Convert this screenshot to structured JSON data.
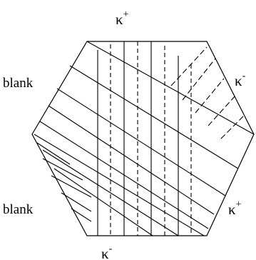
{
  "labels": {
    "top": {
      "base": "κ",
      "sup": "+"
    },
    "right_upper": {
      "base": "κ",
      "sup": "-"
    },
    "right_lower": {
      "base": "κ",
      "sup": "+"
    },
    "bottom": {
      "base": "κ",
      "sup": "-"
    },
    "left_upper": "blank",
    "left_lower": "blank"
  },
  "colors": {
    "stroke": "#000000",
    "background": "#ffffff"
  }
}
